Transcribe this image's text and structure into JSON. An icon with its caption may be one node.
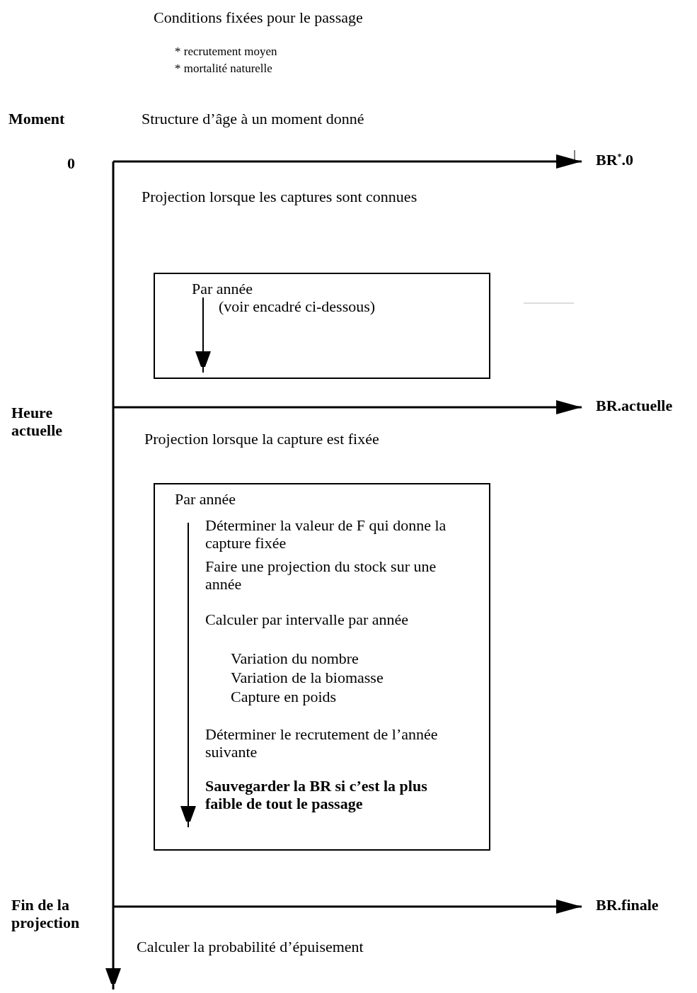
{
  "diagram": {
    "title": "Conditions fixées pour le passage",
    "nodes": [
      {
        "text": [
          "BR$^{*}$.0"
        ]
      },
      {
        "text": [
          "BR.actuelle"
        ]
      },
      {
        "text": [
          "BR.finale"
        ]
      },
      {
        "text": [
          "Par année",
          "(voir encadré ci-dessous)"
        ]
      },
      {
        "text": [
          "Par année",
          "Déterminer la valeur de F qui donne la capture fixée",
          "Faire une projection du stock sur une année",
          "Calculer par intervalle par année",
          "Variation du nombre",
          "Variation de la biomasse",
          "Capture en poids",
          "Déterminer le recrutement de l’année suivante",
          "Sauvegarder la BR si c’est la plus faible de tout le passage"
        ]
      }
    ],
    "edges": [
      {
        "from": null,
        "to": 0,
        "arrow": "to"
      },
      {
        "from": null,
        "to": 1,
        "arrow": "to"
      },
      {
        "from": null,
        "to": 2,
        "arrow": "to"
      }
    ],
    "labels": [
      "* recrutement moyen",
      "* mortalité naturelle",
      "Moment",
      "Structure d’âge à un moment donné",
      "0",
      "Projection lorsque les captures sont connues",
      "Heure actuelle",
      "Projection lorsque la capture est fixée",
      "Fin de la projection",
      "Calculer la probabilité d’épuisement"
    ]
  }
}
